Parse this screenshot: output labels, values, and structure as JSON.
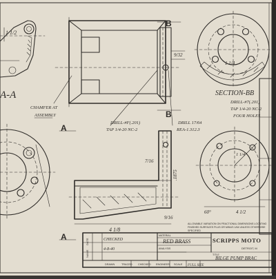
{
  "views": {
    "section_a_label": "A-A",
    "section_b_label": "SECTION-BB",
    "marker_a": "A",
    "marker_b": "B"
  },
  "notes": {
    "chamfer_line1": "CHAMFER AT",
    "chamfer_line2": "ASSEMBLY",
    "drill_center_line1": "DRILL-#F(.201)",
    "drill_center_line2": "TAP 1/4-20 NC-2",
    "drill_right_line1": "DRILL 17/64",
    "drill_right_line2": "REA-1.312.3",
    "section_b_drill_line1": "DRILL-#7(.201)",
    "section_b_drill_line2": "TAP 1/4-20 NC-2",
    "section_b_drill_line3": "FOUR HOLES",
    "tolerance_line1": "ALLOWABLE VARIATION ON FRACTIONAL DIMENSIONS LOCATING",
    "tolerance_line2": "FINISHED SURFACES PLUS OR MINUS 1/64 UNLESS OTHERWISE",
    "tolerance_line3": "SPECIFIED"
  },
  "dimensions": {
    "d1": "1 1/2",
    "d2": "9/32",
    "d3": "1 1/4",
    "d4": "7/16",
    "d5": "4 1/8",
    "d6": "9/16",
    "d7": "1 1/4",
    "d8": ".1875",
    "d9": "4 1/2",
    "d10": "60°"
  },
  "title_block": {
    "company": "SCRIPPS MOTO",
    "location": "DETROIT, M",
    "material_label": "MATERIAL",
    "material_value": "RED BRASS",
    "analysis_label": "ANALYSIS",
    "title_label": "TITLE",
    "title_value": "BILGE PUMP BRAC",
    "date_value": "4-8-40",
    "checked_value": "CHECKED",
    "drawn": "DRAWN",
    "traced": "TRACED",
    "checked": "CHECKED",
    "engineer": "ENGINEER",
    "scale_label": "SCALE",
    "scale_value": "FULL SIZE",
    "side_date": "DATE",
    "side_name": "NAME"
  }
}
